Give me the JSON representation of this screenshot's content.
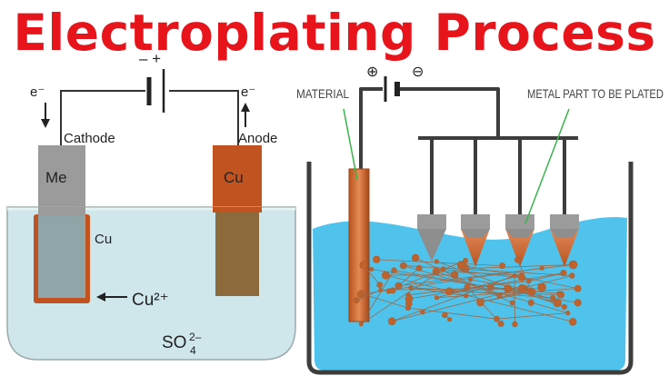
{
  "title": "Electroplating Process",
  "left_cell": {
    "battery_polarity": "– +",
    "electron_left": "e⁻",
    "electron_right": "e⁻",
    "cathode_label": "Cathode",
    "anode_label": "Anode",
    "cathode_metal": "Me",
    "anode_metal": "Cu",
    "deposit_label": "Cu",
    "ion_label": "Cu²⁺",
    "sulfate_main": "SO",
    "sulfate_sub": "4",
    "sulfate_sup": "2–"
  },
  "right_cell": {
    "positive_terminal": "⊕",
    "negative_terminal": "⊖",
    "material_label": "MATERIAL",
    "part_label": "METAL PART TO BE PLATED"
  },
  "colors": {
    "title": "#e8141b",
    "copper": "#c0531f",
    "metal": "#9b9b9b",
    "solution_left": "#cfe6ea",
    "solution_right": "#4fc3ec",
    "label_line": "#39b54a"
  }
}
